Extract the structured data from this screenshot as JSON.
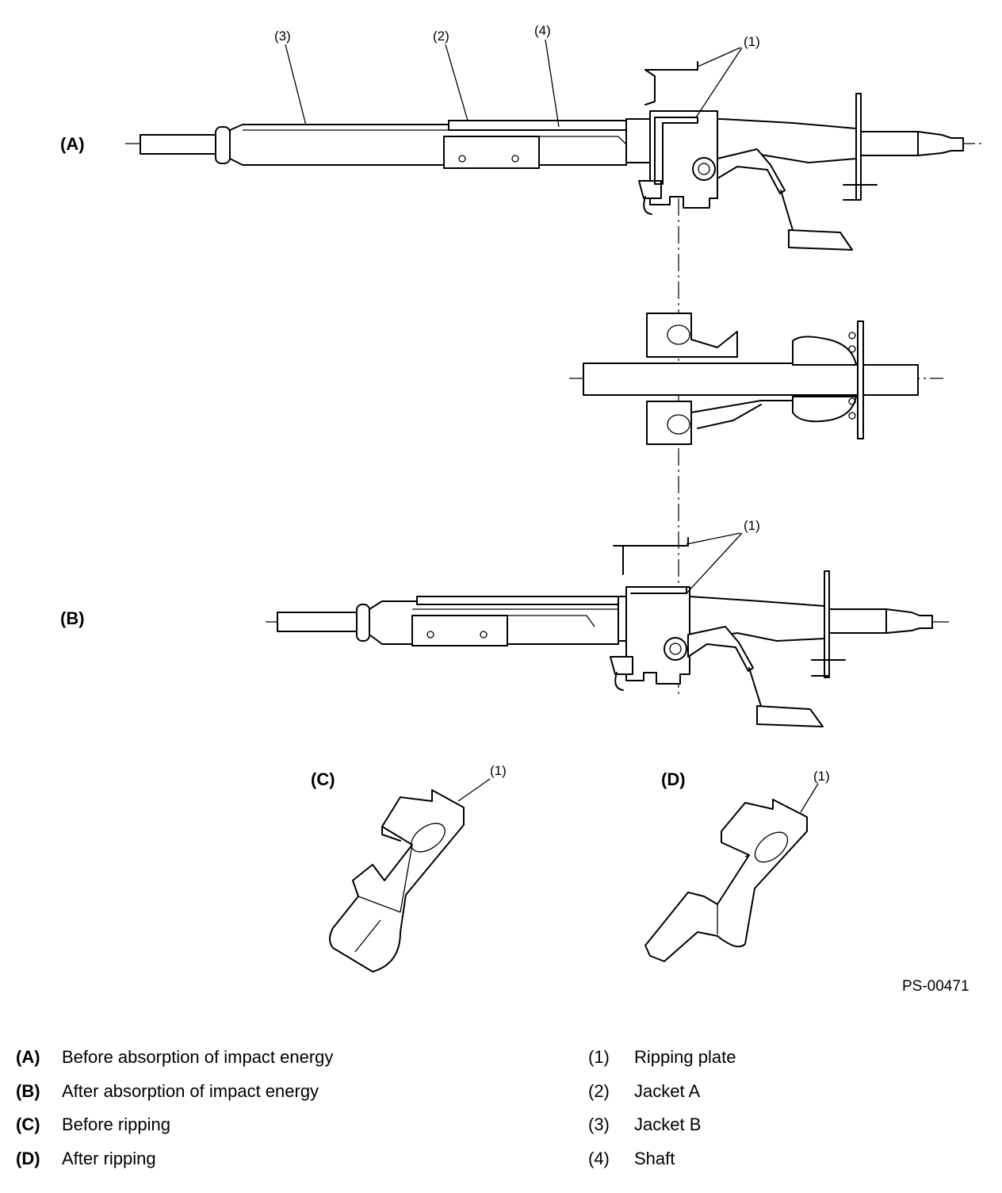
{
  "figure": {
    "view_labels": {
      "a": "(A)",
      "b": "(B)",
      "c": "(C)",
      "d": "(D)"
    },
    "callouts": {
      "one": "(1)",
      "two": "(2)",
      "three": "(3)",
      "four": "(4)"
    },
    "figure_code": "PS-00471"
  },
  "legend": {
    "left": [
      {
        "key": "(A)",
        "text": "Before absorption of impact energy"
      },
      {
        "key": "(B)",
        "text": "After absorption of impact energy"
      },
      {
        "key": "(C)",
        "text": "Before ripping"
      },
      {
        "key": "(D)",
        "text": "After ripping"
      }
    ],
    "right": [
      {
        "key": "(1)",
        "text": "Ripping plate"
      },
      {
        "key": "(2)",
        "text": "Jacket A"
      },
      {
        "key": "(3)",
        "text": "Jacket B"
      },
      {
        "key": "(4)",
        "text": "Shaft"
      }
    ]
  }
}
